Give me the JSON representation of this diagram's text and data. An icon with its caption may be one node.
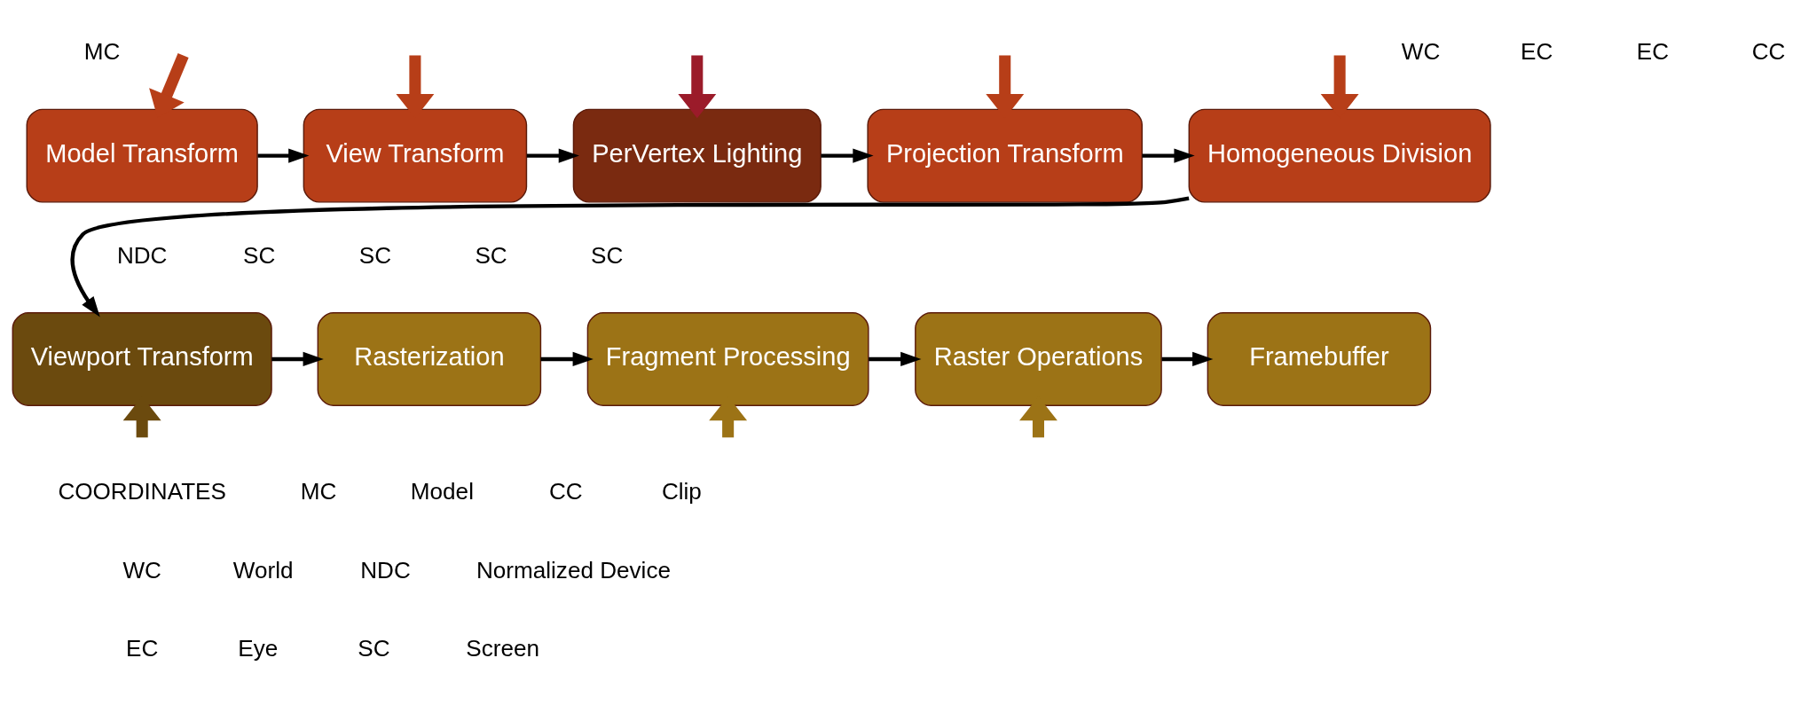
{
  "diagram": {
    "nodes": [
      {
        "text": [
          "Model Transform"
        ]
      },
      {
        "text": [
          "View Transform"
        ]
      },
      {
        "text": [
          "PerVertex Lighting"
        ]
      },
      {
        "text": [
          "Projection Transform"
        ]
      },
      {
        "text": [
          "Homogeneous Division"
        ]
      },
      {
        "text": [
          "Viewport Transform"
        ]
      },
      {
        "text": [
          "Rasterization"
        ]
      },
      {
        "text": [
          "Fragment Processing"
        ]
      },
      {
        "text": [
          "Raster Operations"
        ]
      },
      {
        "text": [
          "Framebuffer"
        ]
      }
    ],
    "edges": [
      {
        "from": null,
        "to": 0,
        "arrow": "to",
        "style": "thick",
        "color": "#b73e18"
      },
      {
        "from": null,
        "to": 1,
        "arrow": "to",
        "style": "thick",
        "color": "#b73e18"
      },
      {
        "from": null,
        "to": 2,
        "arrow": "to",
        "style": "thick",
        "color": "#9b1b2a"
      },
      {
        "from": null,
        "to": 3,
        "arrow": "to",
        "style": "thick",
        "color": "#b73e18"
      },
      {
        "from": null,
        "to": 4,
        "arrow": "to",
        "style": "thick",
        "color": "#b73e18"
      },
      {
        "from": 0,
        "to": 1,
        "arrow": "to"
      },
      {
        "from": 1,
        "to": 2,
        "arrow": "to"
      },
      {
        "from": 2,
        "to": 3,
        "arrow": "to"
      },
      {
        "from": 3,
        "to": 4,
        "arrow": "to"
      },
      {
        "from": 4,
        "to": 5,
        "arrow": "to"
      },
      {
        "from": 5,
        "to": 6,
        "arrow": "to"
      },
      {
        "from": 6,
        "to": 7,
        "arrow": "to"
      },
      {
        "from": 7,
        "to": 8,
        "arrow": "to"
      },
      {
        "from": 8,
        "to": 9,
        "arrow": "to"
      },
      {
        "from": null,
        "to": 5,
        "arrow": "to",
        "style": "thick",
        "color": "#6b4a0e"
      },
      {
        "from": null,
        "to": 7,
        "arrow": "to",
        "style": "thick",
        "color": "#9c7316"
      },
      {
        "from": null,
        "to": 8,
        "arrow": "to",
        "style": "thick",
        "color": "#9c7316"
      }
    ],
    "labels": [
      "MC",
      "WC",
      "EC",
      "EC",
      "CC",
      "NDC",
      "SC",
      "SC",
      "SC",
      "SC",
      "COORDINATES",
      "MC",
      "Model",
      "CC",
      "Clip",
      "WC",
      "World",
      "NDC",
      "Normalized Device",
      "EC",
      "Eye",
      "SC",
      "Screen"
    ]
  }
}
